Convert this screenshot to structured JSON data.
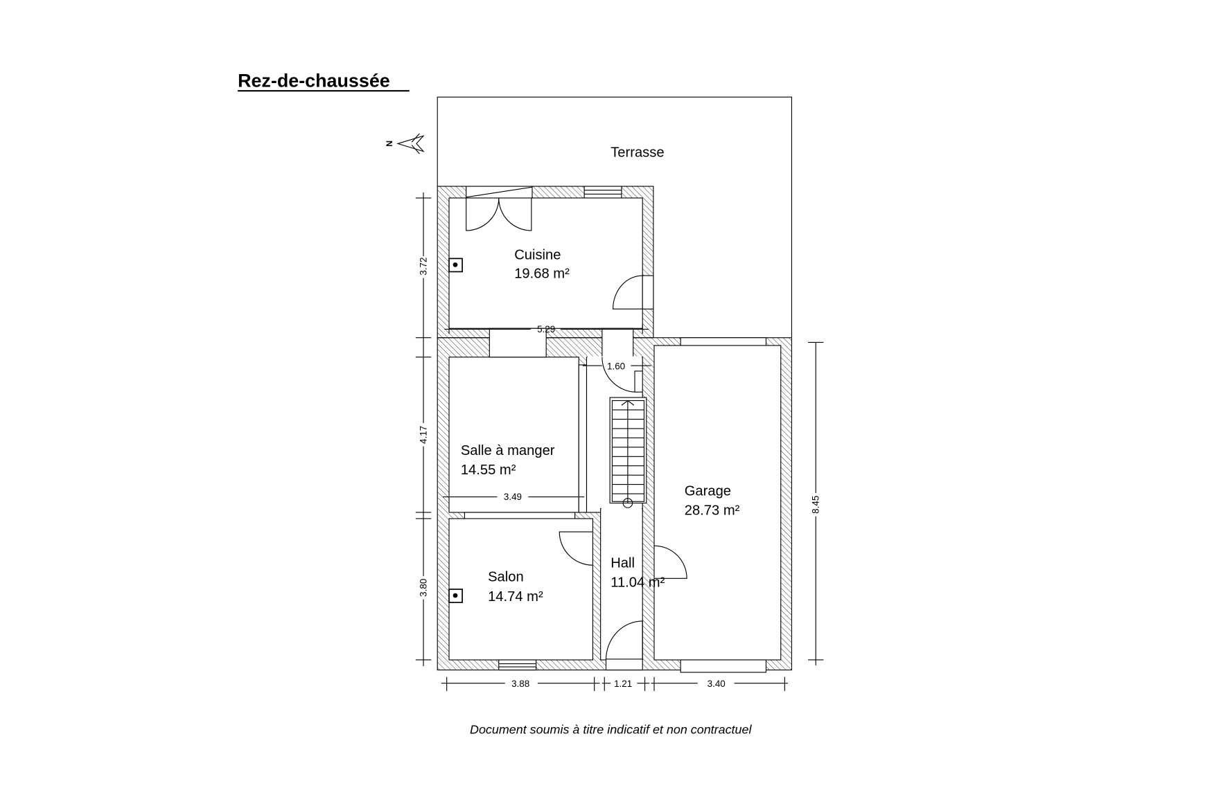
{
  "title": "Rez-de-chaussée",
  "compass_label": "N",
  "rooms": {
    "terrasse": {
      "name": "Terrasse"
    },
    "cuisine": {
      "name": "Cuisine",
      "area": "19.68 m²"
    },
    "salle_a_manger": {
      "name": "Salle à manger",
      "area": "14.55 m²"
    },
    "salon": {
      "name": "Salon",
      "area": "14.74 m²"
    },
    "hall": {
      "name": "Hall",
      "area": "11.04 m²"
    },
    "garage": {
      "name": "Garage",
      "area": "28.73 m²"
    }
  },
  "dimensions": {
    "cuisine_height": "3.72",
    "cuisine_width": "5.29",
    "sam_height": "4.17",
    "sam_width": "3.49",
    "salon_height": "3.80",
    "hall_top": "1.60",
    "garage_height": "8.45",
    "bottom_left": "3.88",
    "bottom_mid": "1.21",
    "bottom_right": "3.40"
  },
  "footer": "Document soumis à titre indicatif et non contractuel"
}
